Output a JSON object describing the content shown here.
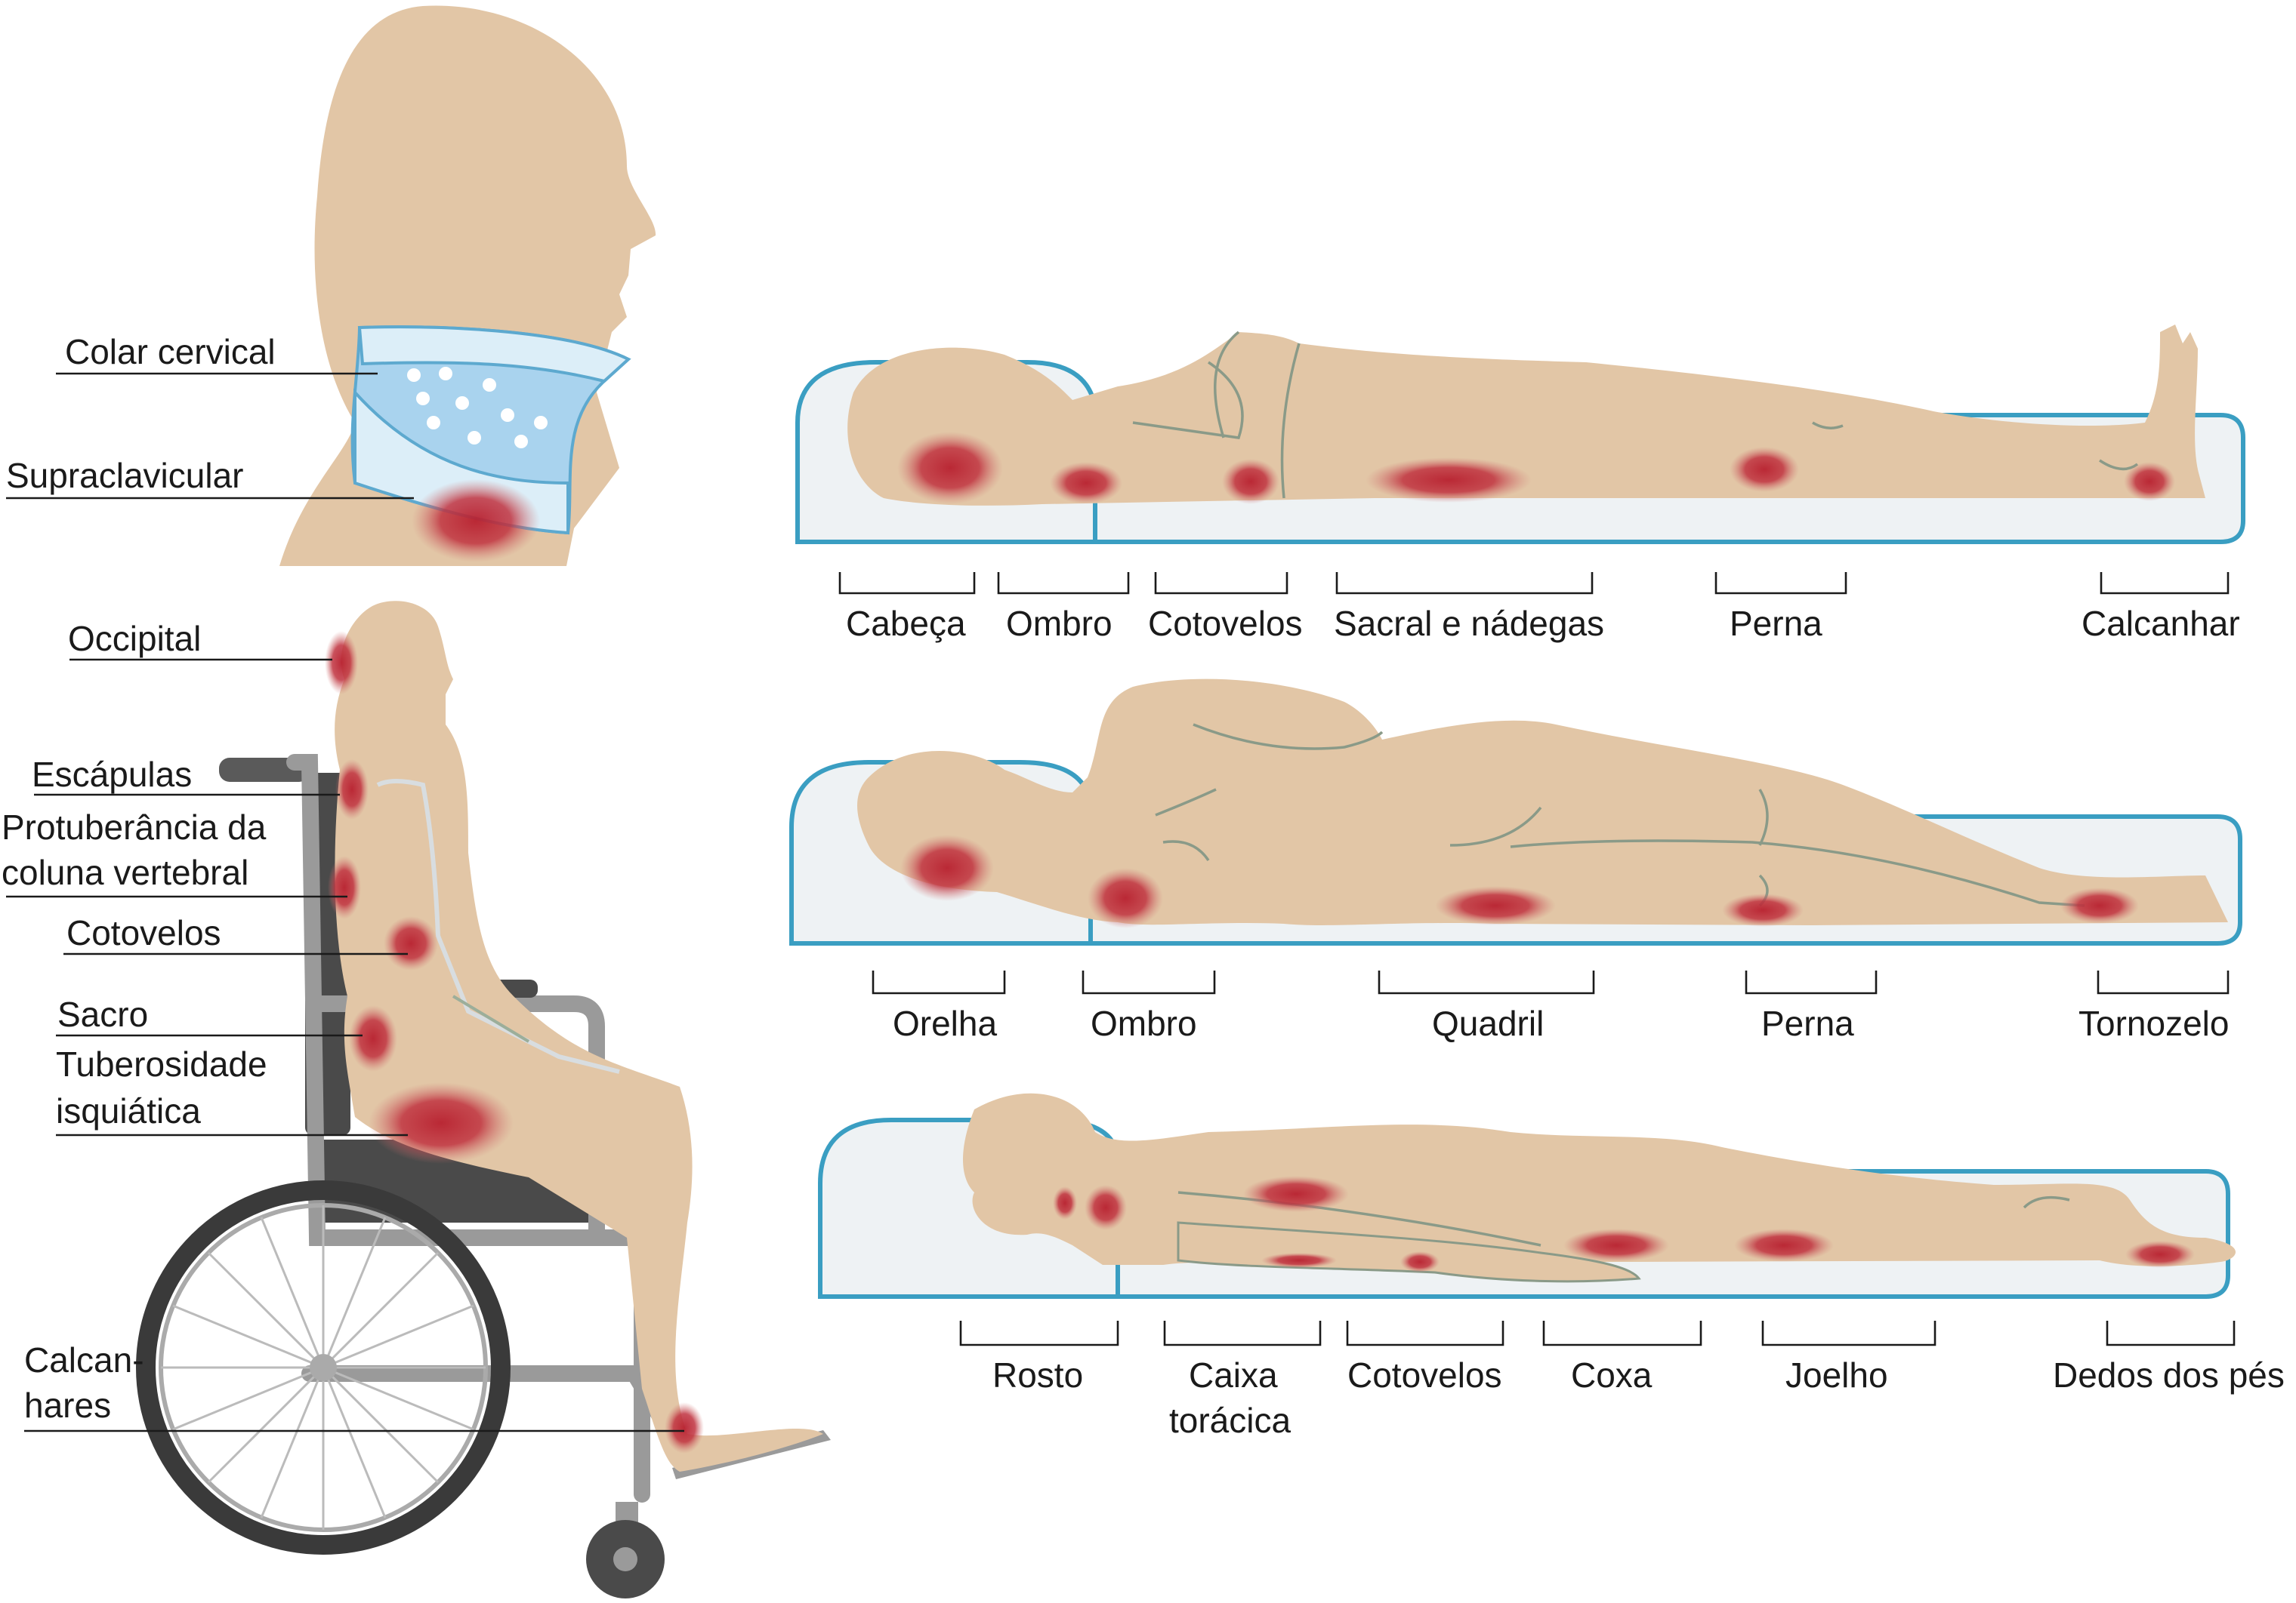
{
  "collar_view": {
    "labels": [
      "Colar cervical",
      "Supraclavicular"
    ]
  },
  "wheelchair_view": {
    "labels": [
      "Occipital",
      "Escápulas",
      "Protuberância da",
      "coluna vertebral",
      "Cotovelos",
      "Sacro",
      "Tuberosidade",
      "isquiática",
      "Calcan-",
      "hares"
    ]
  },
  "supine_view": {
    "labels": [
      "Cabeça",
      "Ombro",
      "Cotovelos",
      "Sacral e nádegas",
      "Perna",
      "Calcanhar"
    ]
  },
  "lateral_view": {
    "labels": [
      "Orelha",
      "Ombro",
      "Quadril",
      "Perna",
      "Tornozelo"
    ]
  },
  "prone_view": {
    "labels": [
      "Rosto",
      "Caixa",
      "torácica",
      "Cotovelos",
      "Coxa",
      "Joelho",
      "Dedos dos pés"
    ]
  },
  "colors": {
    "skin": "#e2c6a6",
    "pressure_sore": "#c0323f",
    "mattress_outline": "#3a9ec2",
    "collar": "#a9d3ee",
    "wheelchair_frame": "#9a9a9a",
    "wheelchair_seat": "#4a4a4a"
  }
}
